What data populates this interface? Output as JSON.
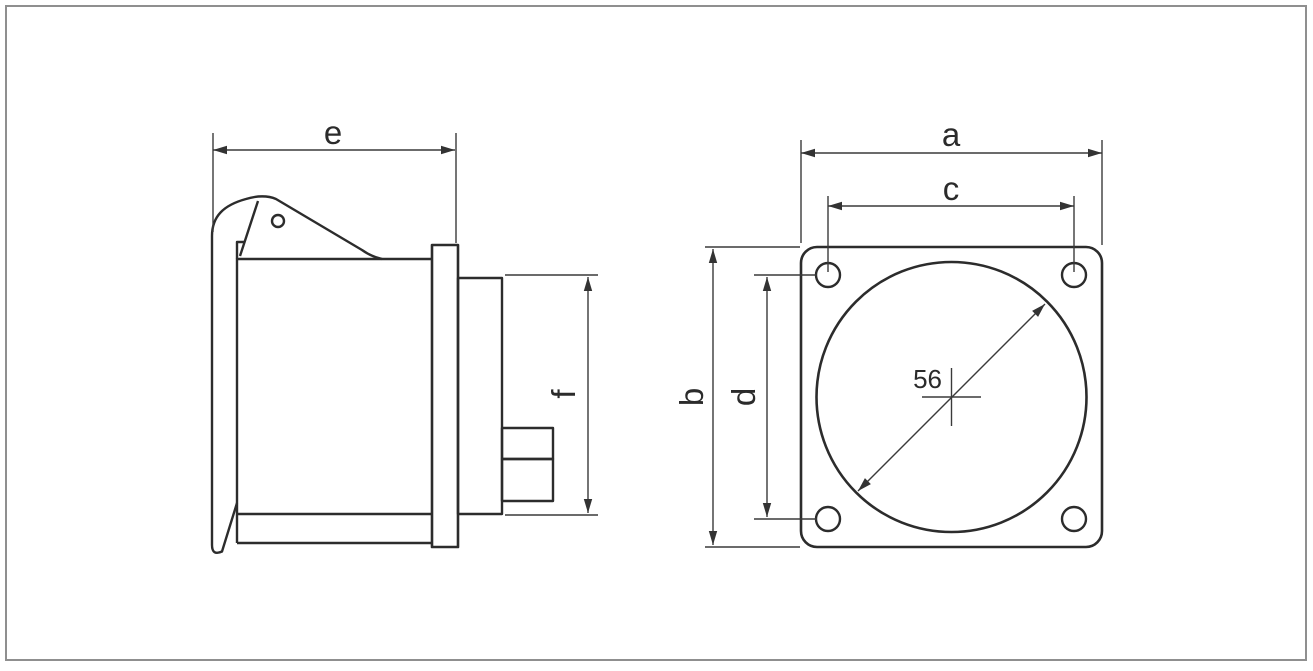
{
  "drawing": {
    "title": "panel-socket-dimension-drawing",
    "side_view": {
      "dim_e": "e",
      "dim_f": "f"
    },
    "front_view": {
      "dim_a": "a",
      "dim_b": "b",
      "dim_c": "c",
      "dim_d": "d",
      "dim_diameter": "56"
    },
    "colors": {
      "background": "#ffffff",
      "line": "#2c2c2c",
      "dimension_line": "#3a3a3a",
      "frame": "#8f8f8f"
    }
  }
}
